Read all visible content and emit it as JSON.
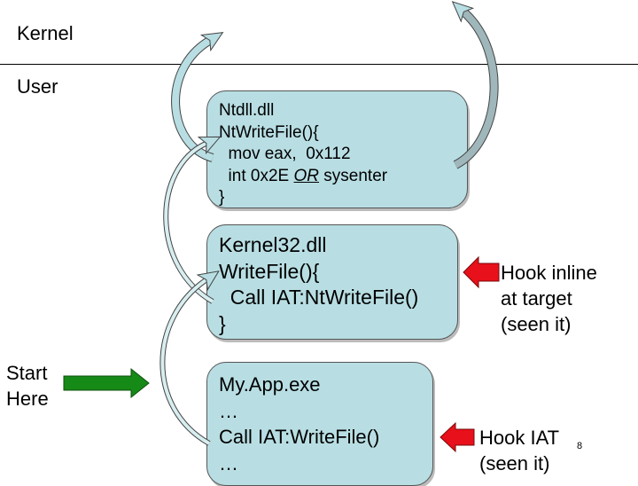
{
  "regions": {
    "kernel": "Kernel",
    "user": "User"
  },
  "start": {
    "line1": "Start",
    "line2": "Here"
  },
  "ntdll": {
    "title": "Ntdll.dll",
    "func": "NtWriteFile(){",
    "line1": "  mov eax,  0x112",
    "line2_pre": "  int 0x2E ",
    "line2_or": "OR",
    "line2_post": " sysenter",
    "close": "}"
  },
  "kernel32": {
    "title": "Kernel32.dll",
    "func": "WriteFile(){",
    "line1": "  Call IAT:NtWriteFile()",
    "close": "}"
  },
  "myapp": {
    "title": "My.App.exe",
    "dots1": "…",
    "line1": "Call IAT:WriteFile()",
    "dots2": "…"
  },
  "hooks": {
    "inline": {
      "line1": "Hook inline",
      "line2": "at target",
      "line3": "(seen it)"
    },
    "iat": {
      "line1": "Hook IAT",
      "line2": "(seen it)"
    }
  },
  "page_number": "8",
  "colors": {
    "box": "#b8dee3",
    "red_arrow": "#e8101a",
    "green_arrow": "#168a16"
  }
}
